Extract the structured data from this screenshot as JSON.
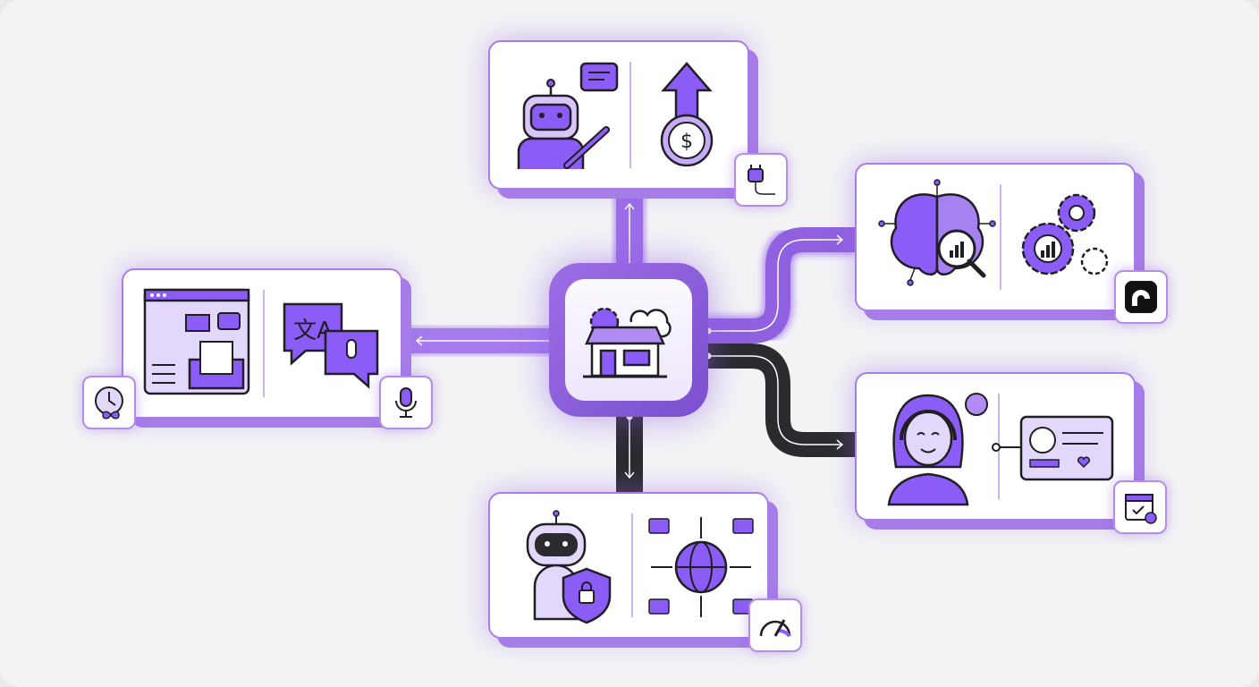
{
  "colors": {
    "accent": "#8b5cf6",
    "accent_dark": "#7c4fd0",
    "light_purple": "#c9b0f3",
    "line_dark": "#2b2b2f",
    "background": "#f3f3f5",
    "outline": "#1f1f24"
  },
  "hub": {
    "icon": "storefront-gear-cloud-icon"
  },
  "cards": [
    {
      "id": "top",
      "icons": [
        "robot-wrench-chat-icon",
        "dollar-coin-arrow-up-icon"
      ],
      "badge": "plug-icon"
    },
    {
      "id": "right-top",
      "icons": [
        "brain-circuit-analytics-icon",
        "gears-chart-icon"
      ],
      "badge": "brand-logo-icon"
    },
    {
      "id": "right-bottom",
      "icons": [
        "support-agent-headset-icon",
        "customer-profile-card-icon"
      ],
      "badge": "calendar-check-icon"
    },
    {
      "id": "left",
      "icons": [
        "omnichannel-inbox-icon",
        "translate-voice-chat-icon"
      ],
      "badges": [
        "clock-infinity-icon",
        "microphone-icon"
      ]
    },
    {
      "id": "bottom",
      "icons": [
        "robot-shield-lock-icon",
        "globe-network-folders-icon"
      ],
      "badge": "speedometer-icon"
    }
  ]
}
